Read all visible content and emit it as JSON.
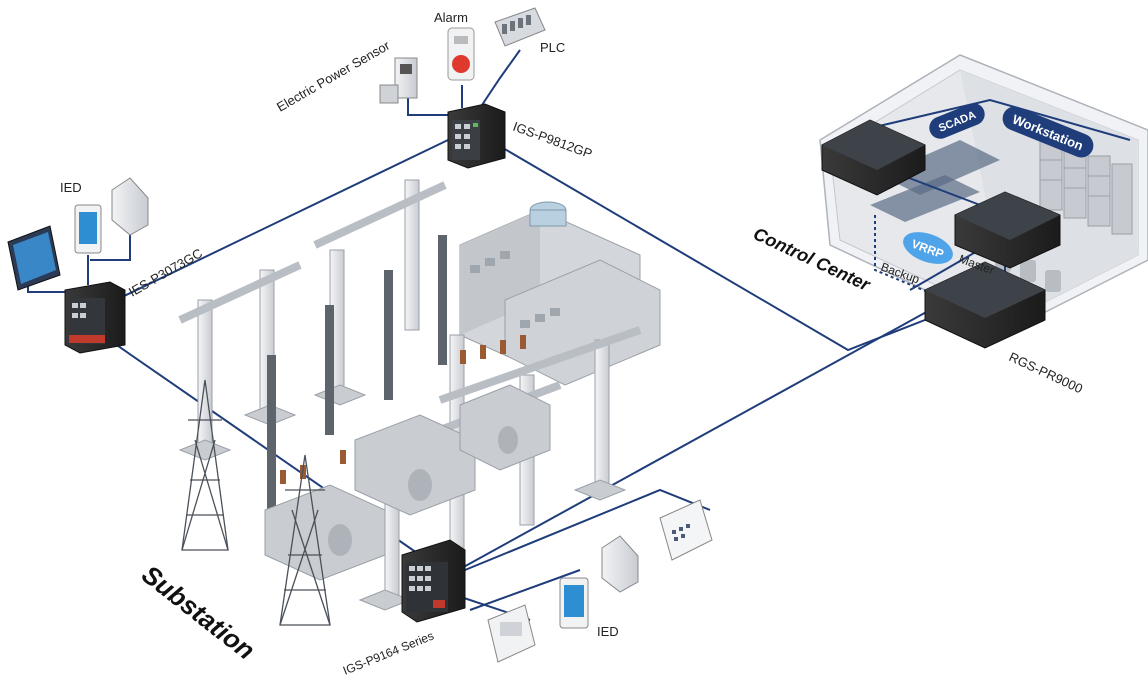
{
  "labels": {
    "alarm": "Alarm",
    "plc": "PLC",
    "power_sensor": "Electric Power Sensor",
    "igs_p9812gp": "IGS-P9812GP",
    "ied_top": "IED",
    "ies_p3073gc": "IES-P3073GC",
    "control_center": "Control Center",
    "scada": "SCADA",
    "workstation": "Workstation",
    "vrrp": "VRRP",
    "backup": "Backup",
    "master": "Master",
    "rgs_pr9000": "RGS-PR9000",
    "substation": "Substation",
    "igs_p9164": "IGS-P9164 Series",
    "ied_bottom": "IED"
  },
  "colors": {
    "link": "#1f3d7a",
    "backup_link": "#1f3d7a",
    "switch_body": "#2a2a2a",
    "switch_red": "#c0392b",
    "structure": "#e2e4e8",
    "structure_edge": "#9aa0a8",
    "building": "#d3d6da",
    "room_wall": "#eef0f3",
    "pill": "#1f3d7a",
    "vrrp": "#4fa3e8"
  },
  "icons": [
    "alarm-icon",
    "plc-icon",
    "power-sensor-icon",
    "switch-icon",
    "tablet-icon",
    "ied-icon",
    "router-icon",
    "server-rack-icon",
    "transmission-tower-icon",
    "transformer-icon",
    "keypad-icon",
    "meter-icon"
  ]
}
